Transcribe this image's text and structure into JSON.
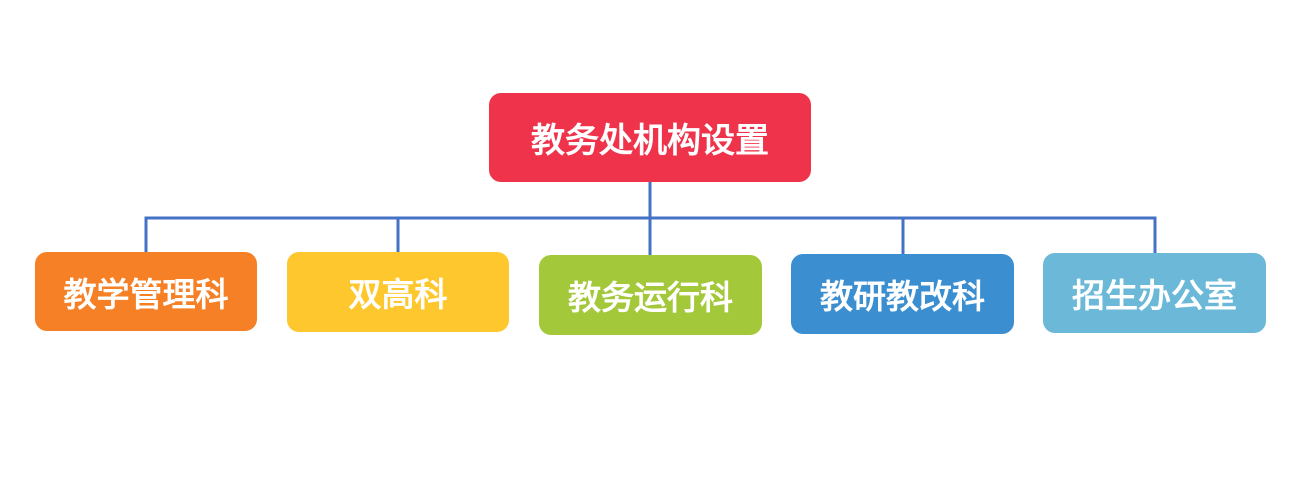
{
  "diagram": {
    "root": {
      "label": "教务处机构设置",
      "color": "#ef334b"
    },
    "children": [
      {
        "label": "教学管理科",
        "color": "#f58025"
      },
      {
        "label": "双高科",
        "color": "#ffc72e"
      },
      {
        "label": "教务运行科",
        "color": "#a3c839"
      },
      {
        "label": "教研教改科",
        "color": "#3b8fd1"
      },
      {
        "label": "招生办公室",
        "color": "#6bb8d9"
      }
    ],
    "connector_color": "#4472c4"
  }
}
